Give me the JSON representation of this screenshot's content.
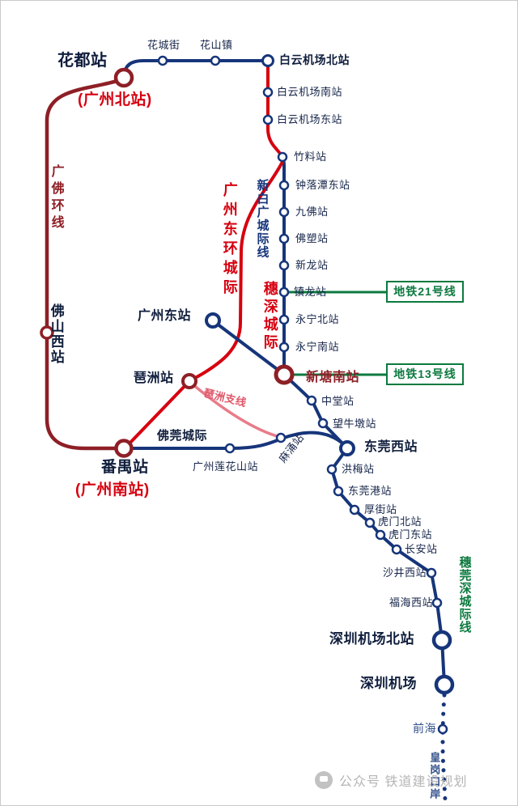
{
  "stations": {
    "huadu": "花都站",
    "gzbei_alt": "(广州北站)",
    "huachengjie": "花城街",
    "huashanzhen": "花山镇",
    "byjc_bei": "白云机场北站",
    "byjc_nan": "白云机场南站",
    "byjc_dong": "白云机场东站",
    "zhuliao": "竹料站",
    "zhongluotandong": "钟落潭东站",
    "jiufo": "九佛站",
    "fosu": "佛塑站",
    "xinlong": "新龙站",
    "zhenlong": "镇龙站",
    "yongningbei": "永宁北站",
    "yongningnan": "永宁南站",
    "xintangnan": "新塘南站",
    "foshanxi": "佛山西站",
    "gzdong": "广州东站",
    "pazhou": "琶洲站",
    "panyu": "番禺站",
    "gznan_alt": "(广州南站)",
    "lianhuashan": "广州莲花山站",
    "machong": "麻涌站",
    "zhongtang": "中堂站",
    "wangniudun": "望牛墩站",
    "dongguanxi": "东莞西站",
    "hongmei": "洪梅站",
    "dongguangang": "东莞港站",
    "houjie": "厚街站",
    "humenbei": "虎门北站",
    "humendong": "虎门东站",
    "changan": "长安站",
    "shajingxi": "沙井西站",
    "fuhaixi": "福海西站",
    "szjc_bei": "深圳机场北站",
    "szjc": "深圳机场",
    "qianhai": "前海",
    "huanggang": "皇岗口岸"
  },
  "line_labels": {
    "guangfo_loop": "广佛环线",
    "gz_east_ring": "广州东环城际",
    "xinbaiguang": "新白广城际线",
    "suishen": "穗深城际",
    "pazhou_branch": "琶洲支线",
    "foguan": "佛莞城际",
    "suiguanshen": "穗莞深城际线"
  },
  "metro": {
    "line21": "地铁21号线",
    "line13": "地铁13号线"
  },
  "watermark": {
    "brand": "公众号 铁道建设规划"
  },
  "colors": {
    "navy": "#16357a",
    "dark_red": "#8e1f26",
    "red": "#d6000f",
    "pink": "#e87c8a",
    "green": "#0c7a3f"
  }
}
